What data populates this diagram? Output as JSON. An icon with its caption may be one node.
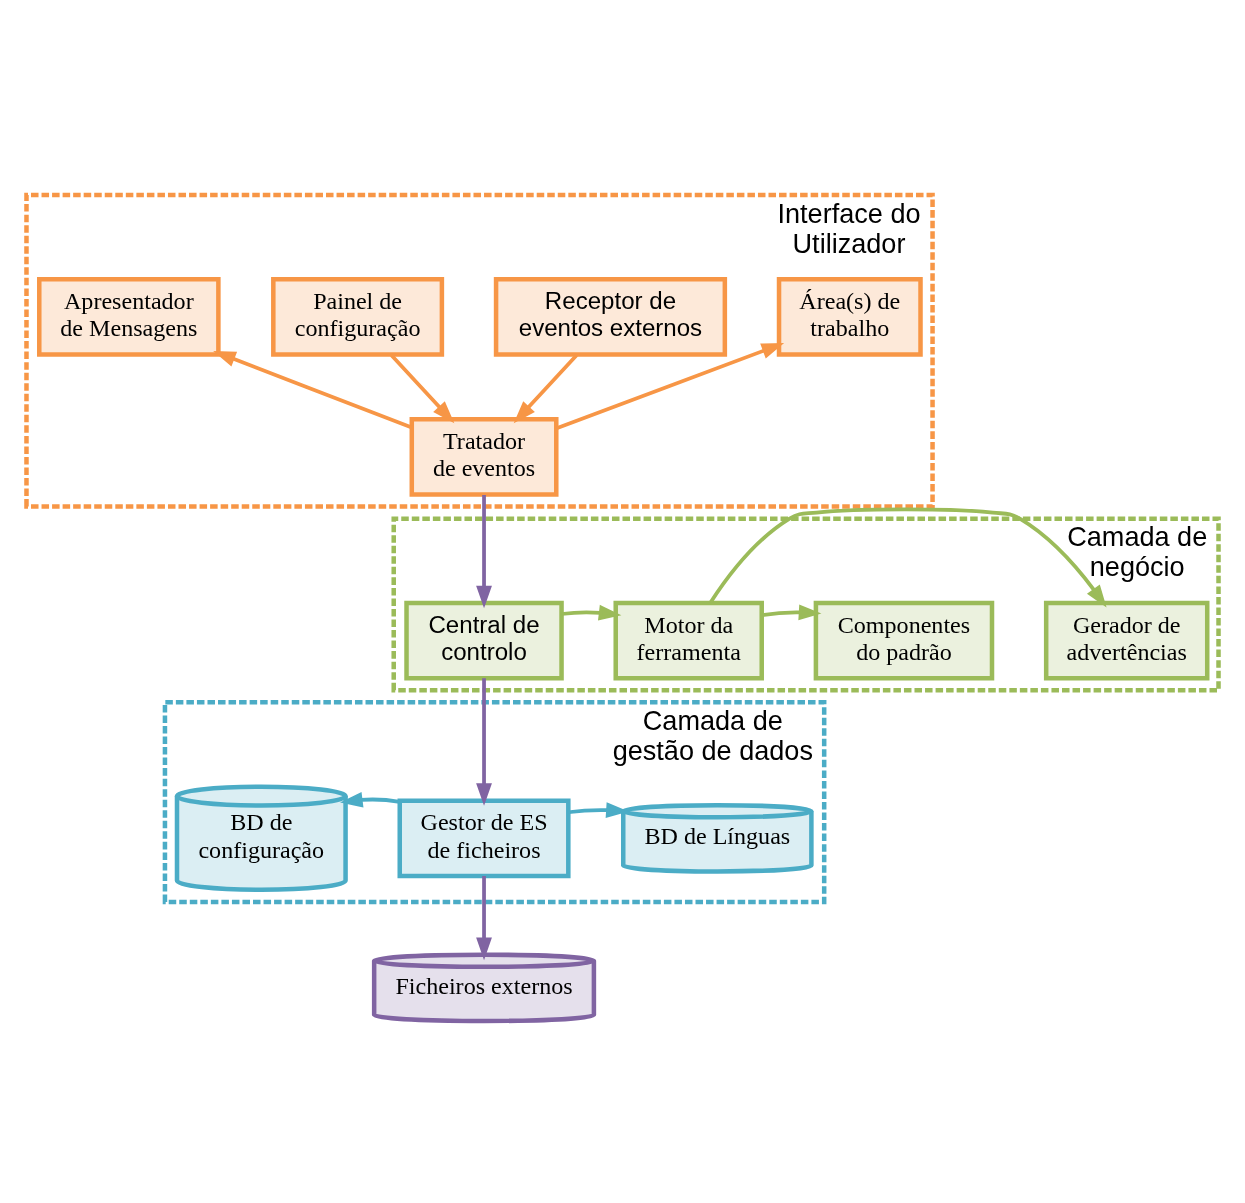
{
  "diagram": {
    "nodes": [
      {
        "text": [
          "Interface do Utilizador"
        ]
      },
      {
        "text": [
          "Apresentador de Mensagens"
        ],
        "in": 0
      },
      {
        "text": [
          "Painel de configuração"
        ],
        "in": 0
      },
      {
        "text": [
          "Receptor de eventos externos"
        ],
        "in": 0
      },
      {
        "text": [
          "Área(s) de trabalho"
        ],
        "in": 0
      },
      {
        "text": [
          "Tratador de eventos"
        ],
        "in": 0
      },
      {
        "text": [
          "Camada de negócio"
        ]
      },
      {
        "text": [
          "Central de controlo"
        ],
        "in": 6
      },
      {
        "text": [
          "Motor da ferramenta"
        ],
        "in": 6
      },
      {
        "text": [
          "Componentes do padrão"
        ],
        "in": 6
      },
      {
        "text": [
          "Gerador de advertências"
        ],
        "in": 6
      },
      {
        "text": [
          "Camada de gestão de dados"
        ]
      },
      {
        "text": [
          "BD de configuração"
        ],
        "in": 11
      },
      {
        "text": [
          "Gestor de ES de ficheiros"
        ],
        "in": 11
      },
      {
        "text": [
          "BD de Línguas"
        ],
        "in": 11
      },
      {
        "text": [
          "Ficheiros externos"
        ]
      }
    ],
    "edges": [
      {
        "from": 5,
        "to": 1,
        "arrow": "to"
      },
      {
        "from": 2,
        "to": 5,
        "arrow": "to"
      },
      {
        "from": 3,
        "to": 5,
        "arrow": "to"
      },
      {
        "from": 5,
        "to": 4,
        "arrow": "to"
      },
      {
        "from": 5,
        "to": 7,
        "arrow": "to",
        "color": "#8064a2"
      },
      {
        "from": 7,
        "to": 8,
        "arrow": "to",
        "color": "#9bbb59"
      },
      {
        "from": 8,
        "to": 9,
        "arrow": "to",
        "color": "#9bbb59"
      },
      {
        "from": 8,
        "to": 10,
        "arrow": "to",
        "color": "#9bbb59"
      },
      {
        "from": 7,
        "to": 13,
        "arrow": "to",
        "color": "#8064a2"
      },
      {
        "from": 13,
        "to": 12,
        "arrow": "to",
        "color": "#4bacc6"
      },
      {
        "from": 13,
        "to": 14,
        "arrow": "to",
        "color": "#4bacc6"
      },
      {
        "from": 13,
        "to": 15,
        "arrow": "to",
        "color": "#8064a2"
      }
    ]
  }
}
